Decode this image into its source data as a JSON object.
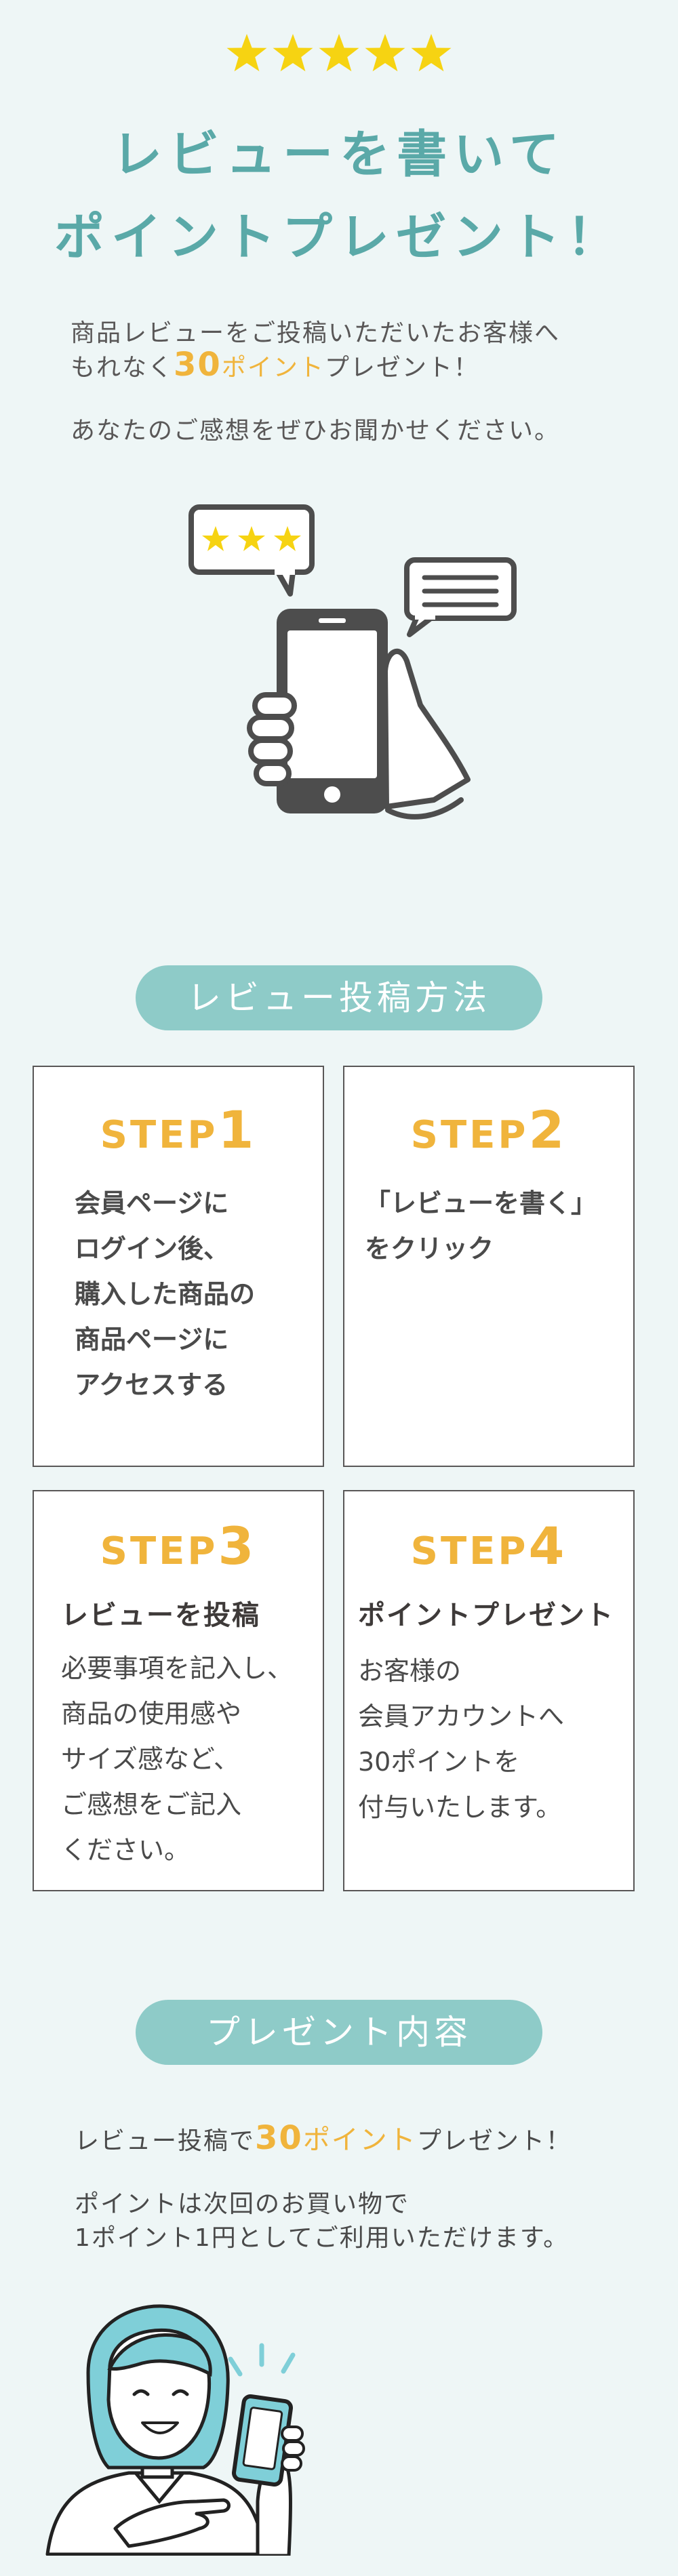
{
  "hero": {
    "stars_count": 5,
    "star_color": "#f6d312",
    "headline_line1": "レビューを書いて",
    "headline_line2": "ポイントプレゼント！",
    "intro_line1": "商品レビューをご投稿いただいたお客様へ",
    "intro_line2_prefix": "もれなく",
    "intro_points_num": "30",
    "intro_points_word": "ポイント",
    "intro_line2_suffix": "プレゼント！",
    "intro_line3": "あなたのご感想をぜひお聞かせください。"
  },
  "how_to": {
    "heading": "レビュー投稿方法",
    "steps": [
      {
        "label": "STEP",
        "number": "1",
        "body": "会員ページに\nログイン後、\n購入した商品の\n商品ページに\nアクセスする"
      },
      {
        "label": "STEP",
        "number": "2",
        "body": "「レビューを書く」\n をクリック"
      },
      {
        "label": "STEP",
        "number": "3",
        "subtitle": "レビューを投稿",
        "body": "必要事項を記入し、\n商品の使用感や\nサイズ感など、\nご感想をご記入\nください。"
      },
      {
        "label": "STEP",
        "number": "4",
        "subtitle": "ポイントプレゼント",
        "body": "お客様の\n会員アカウントへ\n30ポイントを\n付与いたします。"
      }
    ]
  },
  "present": {
    "heading": "プレゼント内容",
    "line1_prefix": "レビュー投稿で",
    "points_num": "30",
    "points_word": "ポイント",
    "line1_suffix": "プレゼント！",
    "line2": "ポイントは次回のお買い物で",
    "line3": "1ポイント1円としてご利用いただけます。"
  },
  "colors": {
    "background": "#eef6f6",
    "teal_heading": "#5aa9a8",
    "pill": "#8ecbc8",
    "accent": "#f0b43c",
    "text": "#595757"
  }
}
